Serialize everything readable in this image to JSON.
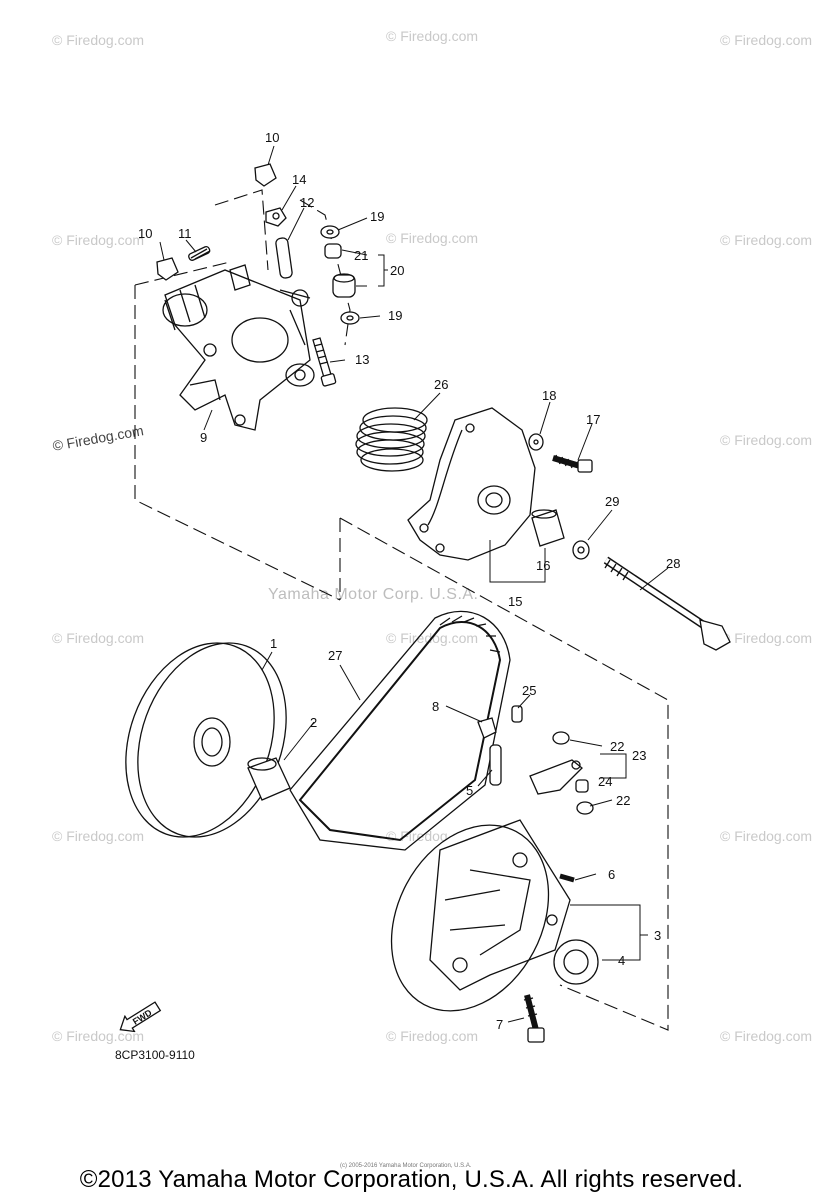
{
  "watermark": "© Firedog.com",
  "center_watermark": "Yamaha Motor Corp. U.S.A.",
  "diagram_code": "8CP3100-9110",
  "fwd_label": "FWD",
  "tiny_note": "(c) 2005-2016 Yamaha Motor Corporation, U.S.A.",
  "copyright": "©2013 Yamaha Motor Corporation, U.S.A. All rights reserved.",
  "callouts": {
    "c1": "1",
    "c2": "2",
    "c3": "3",
    "c4": "4",
    "c5": "5",
    "c6": "6",
    "c7": "7",
    "c8": "8",
    "c9": "9",
    "c10a": "10",
    "c10b": "10",
    "c11": "11",
    "c12": "12",
    "c13": "13",
    "c14": "14",
    "c15": "15",
    "c16": "16",
    "c17": "17",
    "c18": "18",
    "c19a": "19",
    "c19b": "19",
    "c20": "20",
    "c21": "21",
    "c22a": "22",
    "c22b": "22",
    "c23": "23",
    "c24": "24",
    "c25": "25",
    "c26": "26",
    "c27": "27",
    "c28": "28",
    "c29": "29"
  }
}
